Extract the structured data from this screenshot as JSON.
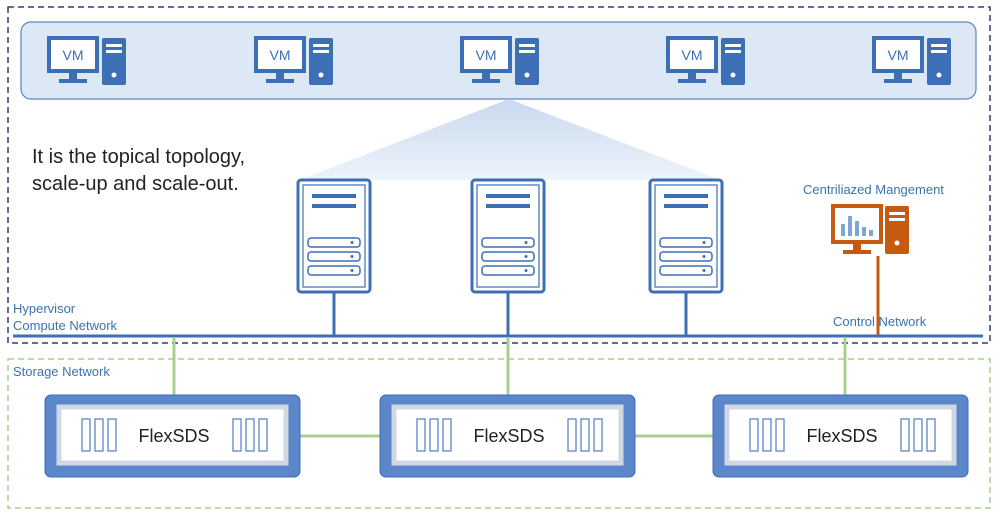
{
  "diagram": {
    "vm_label": "VM",
    "vms": [
      "VM",
      "VM",
      "VM",
      "VM",
      "VM"
    ],
    "description_line1": "It is the topical topology,",
    "description_line2": "scale-up and scale-out.",
    "management_label": "Centriliazed Mangement",
    "hypervisor_label": "Hypervisor",
    "compute_network_label": "Compute Network",
    "control_network_label": "Control Network",
    "storage_network_label": "Storage Network",
    "storage_nodes": [
      "FlexSDS",
      "FlexSDS",
      "FlexSDS"
    ]
  },
  "colors": {
    "primary_blue": "#3d6fb6",
    "light_blue_fill": "#dce8f6",
    "storage_link_green": "#a8d08d",
    "management_orange": "#c55a11",
    "compute_border_navy": "#2f3d75",
    "storage_border_green": "#a9d08e"
  }
}
